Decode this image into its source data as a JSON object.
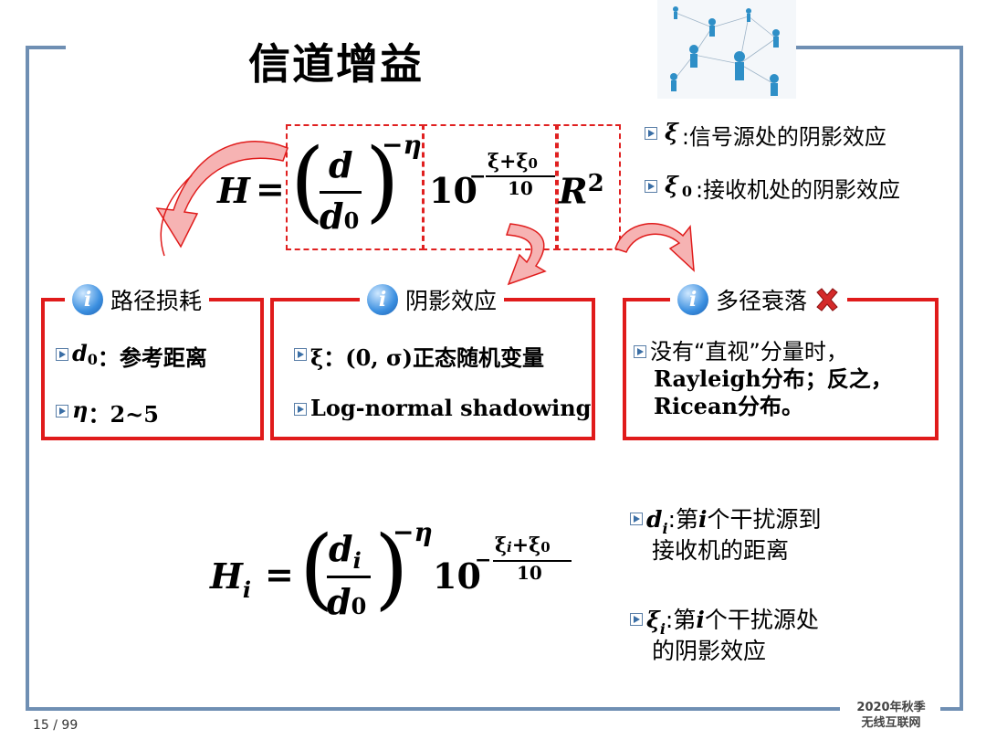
{
  "title": "信道增益",
  "formula_main": {
    "lhs": "H",
    "eq": "=",
    "num": "d",
    "den_base": "d",
    "den_sub": "0",
    "exp": "−η",
    "ten": "10",
    "exp2_num": "ξ+ξ",
    "exp2_num_sub": "0",
    "exp2_den": "10",
    "exp2_minus": "−",
    "r": "R",
    "r_exp": "2"
  },
  "side_top": [
    {
      "sym": "ξ",
      "sub": "",
      "text": ":信号源处的阴影效应"
    },
    {
      "sym": "ξ",
      "sub": "0",
      "text": ":接收机处的阴影效应"
    }
  ],
  "cards": {
    "path": {
      "title": "路径损耗",
      "lines": [
        {
          "sym": "d",
          "sub": "0",
          "text": "：参考距离"
        },
        {
          "sym": "η",
          "sub": "",
          "text": "：2~5"
        }
      ]
    },
    "shadow": {
      "title": "阴影效应",
      "lines": [
        {
          "text": "ξ：(0, σ)正态随机变量"
        },
        {
          "text": "Log-normal shadowing"
        }
      ]
    },
    "multipath": {
      "title": "多径衰落",
      "lines": [
        "没有“直视”分量时，",
        "Rayleigh分布；反之，",
        "Ricean分布。"
      ]
    }
  },
  "formula_i": {
    "lhs": "H",
    "lhs_sub": "i",
    "eq": "=",
    "num": "d",
    "num_sub": "i",
    "den": "d",
    "den_sub": "0",
    "exp": "−η",
    "ten": "10",
    "exp2_minus": "−",
    "exp2_num": "ξ",
    "exp2_num_sub": "i",
    "exp2_num_rest": "+ξ",
    "exp2_num_sub2": "0",
    "exp2_den": "10"
  },
  "side_bottom": [
    {
      "sym": "d",
      "sub": "i",
      "line1": ":第",
      "ivar": "i",
      "line1b": "个干扰源到",
      "line2": "接收机的距离"
    },
    {
      "sym": "ξ",
      "sub": "i",
      "line1": ":第",
      "ivar": "i",
      "line1b": "个干扰源处",
      "line2": "的阴影效应"
    }
  ],
  "page": "15 / 99",
  "footer": {
    "line1": "2020年秋季",
    "line2": "无线互联网"
  },
  "colors": {
    "frame": "#6f8fb3",
    "accent_red": "#e01b1b",
    "arrow_fill": "#f6b3b3"
  }
}
